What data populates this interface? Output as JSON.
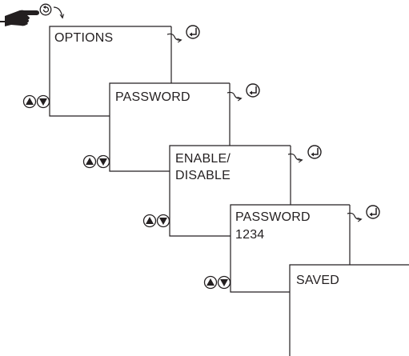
{
  "menu_steps": [
    {
      "label_lines": [
        "OPTIONS"
      ]
    },
    {
      "label_lines": [
        "PASSWORD"
      ]
    },
    {
      "label_lines": [
        "ENABLE/",
        "DISABLE"
      ]
    },
    {
      "label_lines": [
        "PASSWORD",
        "1234"
      ]
    },
    {
      "label_lines": [
        "SAVED"
      ]
    }
  ],
  "icons": {
    "back": "pointing-hand-back-icon",
    "enter": "enter-return-icon",
    "navigate": "up-down-arrow-buttons-icon",
    "flow_arrow": "curved-flow-arrow-icon"
  },
  "colors": {
    "line": "#231f20",
    "fill": "#231f20",
    "background": "#ffffff"
  }
}
